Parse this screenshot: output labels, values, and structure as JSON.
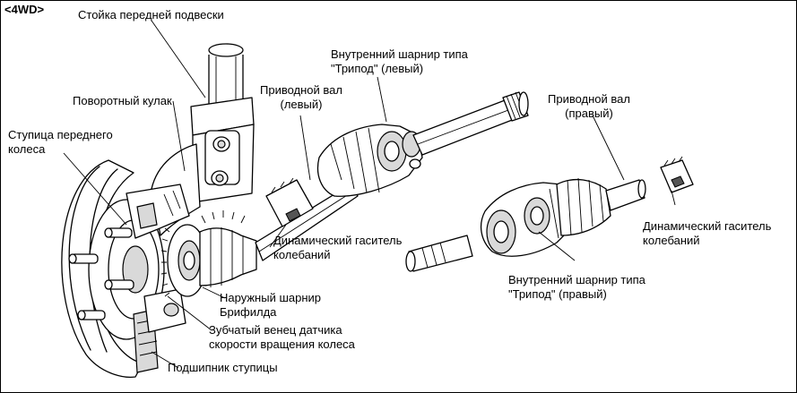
{
  "variant_tag": "<4WD>",
  "labels": {
    "front_strut": "Стойка передней подвески",
    "steering_knuckle": "Поворотный кулак",
    "front_hub": "Ступица переднего\nколеса",
    "left_shaft": "Приводной вал\n(левый)",
    "left_tripod": "Внутренний шарнир типа\n\"Трипод\" (левый)",
    "right_shaft": "Приводной вал\n(правый)",
    "right_damper": "Динамический гаситель\nколебаний",
    "left_damper": "Динамический гаситель\nколебаний",
    "outer_joint": "Наружный шарнир\nБрифилда",
    "sensor_ring": "Зубчатый венец датчика\nскорости вращения колеса",
    "hub_bearing": "Подшипник ступицы",
    "right_tripod": "Внутренний шарнир типа\n\"Трипод\" (правый)"
  }
}
